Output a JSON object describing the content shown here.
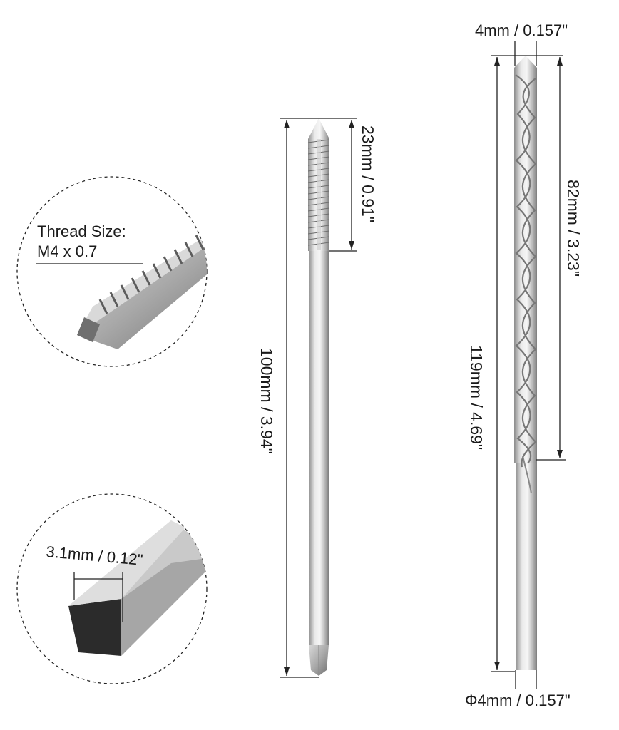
{
  "labels": {
    "thread_size_line1": "Thread Size:",
    "thread_size_line2": "M4 x 0.7",
    "square_size": "3.1mm / 0.12\"",
    "tap_thread_length": "23mm / 0.91\"",
    "tap_total_length": "100mm / 3.94\"",
    "drill_tip_width": "4mm / 0.157\"",
    "drill_flute_length": "82mm / 3.23\"",
    "drill_total_length": "119mm / 4.69\"",
    "drill_shank_diameter": "Φ4mm / 0.157\""
  },
  "colors": {
    "background": "#ffffff",
    "dimension_line": "#222222",
    "metal_light": "#e6e6e6",
    "metal_mid": "#b8b8b8",
    "metal_dark": "#7a7a7a",
    "square_end": "#2b2b2b"
  }
}
